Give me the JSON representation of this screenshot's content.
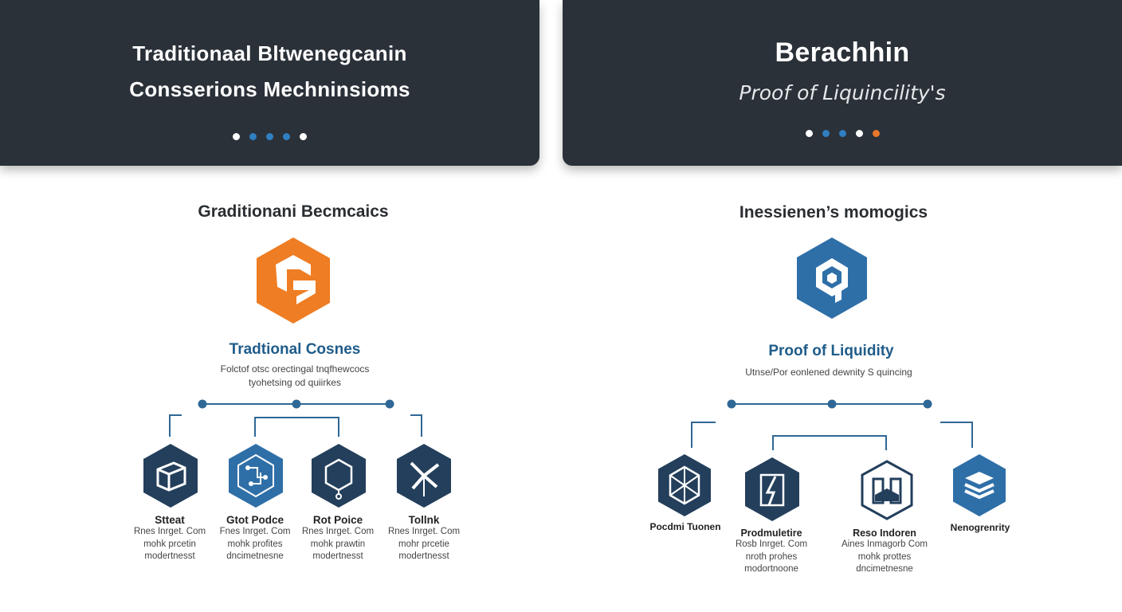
{
  "left_banner": {
    "title_line1": "Traditionaal Bltwenegcanin",
    "title_line2": "Consserions Mechninsioms",
    "dot_colors": [
      "#ffffff",
      "#2f7fc1",
      "#2f7fc1",
      "#2f7fc1",
      "#ffffff"
    ]
  },
  "right_banner": {
    "title": "Berachhin",
    "subtitle": "Proof of Liquincility's",
    "dot_colors": [
      "#ffffff",
      "#2f7fc1",
      "#2f7fc1",
      "#ffffff",
      "#e8782a"
    ]
  },
  "left_panel": {
    "heading": "Graditionani Becmcaics",
    "logo_icon": "orange-hexagon-logo-icon",
    "subheading": "Tradtional Cosnes",
    "desc_line1": "Folctof otsc orectingal  tnqfhewcocs",
    "desc_line2": "tyohetsing od quiirkes",
    "nodes": [
      {
        "icon": "box-icon",
        "label": "Stteat",
        "d1": "Rnes Inrget. Com",
        "d2": "mohk prcetin",
        "d3": "modertnesst"
      },
      {
        "icon": "network-icon",
        "label": "Gtot Podce",
        "d1": "Fnes Inrget. Com",
        "d2": "mohk profites",
        "d3": "dncimetnesne"
      },
      {
        "icon": "hexagon-node-icon",
        "label": "Rot Poice",
        "d1": "Rnes Inrget. Com",
        "d2": "mohk prawtin",
        "d3": "modertnesst"
      },
      {
        "icon": "windmill-icon",
        "label": "Tollnk",
        "d1": "Rnes Inrget. Com",
        "d2": "mohr prcetie",
        "d3": "modertnesst"
      }
    ]
  },
  "right_panel": {
    "heading": "Inessienen’s momogics",
    "logo_icon": "blue-hexagon-logo-icon",
    "subheading": "Proof of Liquidity",
    "desc_line1": "Utnse/Por eonlened dewnity S quincing",
    "nodes": [
      {
        "icon": "cube-hex-icon",
        "label": "Pocdmi Tuonen",
        "d1": "",
        "d2": "",
        "d3": ""
      },
      {
        "icon": "lightning-doc-icon",
        "label": "Prodmuletire",
        "d1": "Rosb Inrget. Com",
        "d2": "nroth prohes",
        "d3": "modortnoone"
      },
      {
        "icon": "building-icon",
        "label": "Reso Indoren",
        "d1": "Aines Inmagorb Com",
        "d2": "mohk prottes",
        "d3": "dncimetnesne"
      },
      {
        "icon": "layers-icon",
        "label": "Nenogrenrity",
        "d1": "",
        "d2": "",
        "d3": ""
      }
    ]
  },
  "colors": {
    "banner": "#2b3139",
    "navy": "#233f5c",
    "blue": "#2f6fa8",
    "orange": "#ef7d23",
    "line": "#2f6896"
  }
}
